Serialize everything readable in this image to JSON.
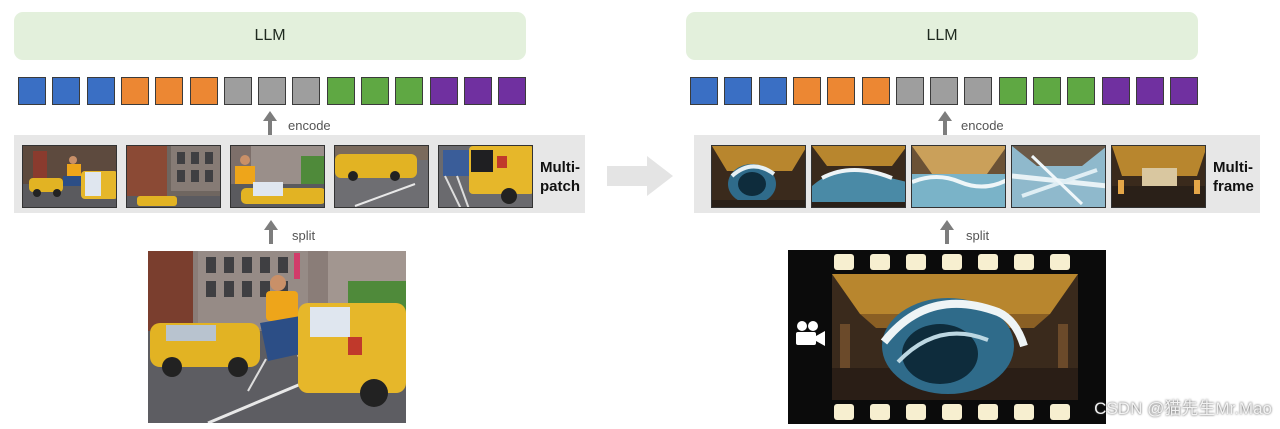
{
  "left": {
    "llm_label": "LLM",
    "encode_label": "encode",
    "split_label": "split",
    "strip_label": "Multi-\npatch",
    "tokens": [
      "#3a6fc4",
      "#3a6fc4",
      "#3a6fc4",
      "#ec8733",
      "#ec8733",
      "#ec8733",
      "#9e9e9e",
      "#9e9e9e",
      "#9e9e9e",
      "#5fa843",
      "#5fa843",
      "#5fa843",
      "#7030a0",
      "#7030a0",
      "#7030a0"
    ]
  },
  "right": {
    "llm_label": "LLM",
    "encode_label": "encode",
    "split_label": "split",
    "strip_label": "Multi-\nframe",
    "tokens": [
      "#3a6fc4",
      "#3a6fc4",
      "#3a6fc4",
      "#ec8733",
      "#ec8733",
      "#ec8733",
      "#9e9e9e",
      "#9e9e9e",
      "#9e9e9e",
      "#5fa843",
      "#5fa843",
      "#5fa843",
      "#7030a0",
      "#7030a0",
      "#7030a0"
    ]
  },
  "colors": {
    "llm_bg": "#e3f0dc",
    "strip_bg": "#e7e7e7",
    "arrow": "#7d7d7d",
    "big_arrow": "#e4e4e4"
  },
  "icons": [
    "up-arrow-icon",
    "right-arrow-icon",
    "video-camera-icon"
  ],
  "watermark": "CSDN @猫先生Mr.Mao"
}
